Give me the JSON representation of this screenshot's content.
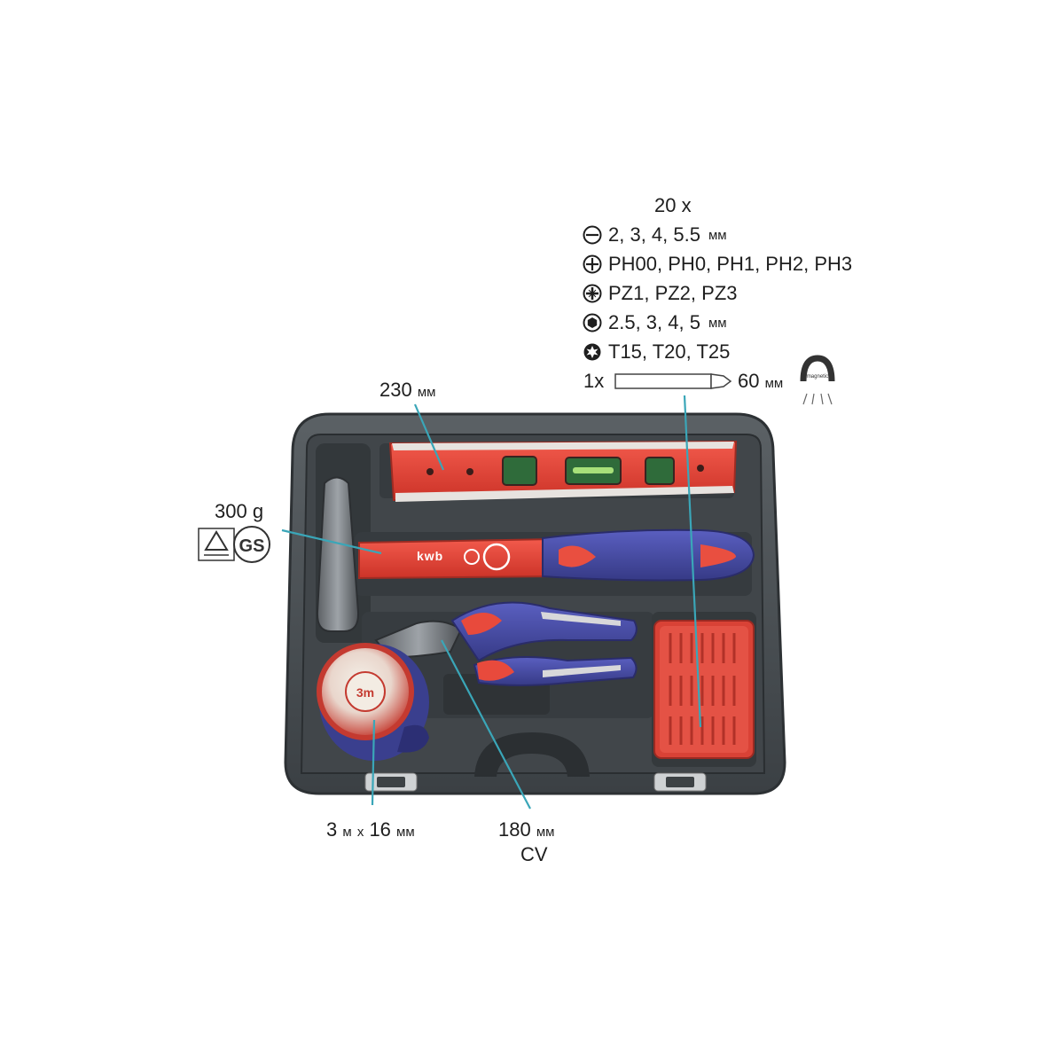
{
  "bits_header": "20 x",
  "bits": [
    {
      "icon": "slotted-icon",
      "text": "2, 3, 4, 5.5",
      "unit": "мм"
    },
    {
      "icon": "phillips-icon",
      "text": "PH00, PH0, PH1, PH2, PH3",
      "unit": ""
    },
    {
      "icon": "pozidriv-icon",
      "text": "PZ1, PZ2, PZ3",
      "unit": ""
    },
    {
      "icon": "hex-icon",
      "text": "2.5, 3, 4, 5",
      "unit": "мм"
    },
    {
      "icon": "torx-icon",
      "text": "T15, T20, T25",
      "unit": ""
    }
  ],
  "bit_holder": {
    "qty": "1x",
    "length": "60",
    "unit": "мм",
    "magnet_label": "magnetic"
  },
  "level_label": {
    "value": "230",
    "unit": "мм"
  },
  "hammer_label": {
    "weight": "300 g",
    "cert_marks": [
      "GS"
    ]
  },
  "tape_label": {
    "value": "3",
    "unit1": "м",
    "sep": "x",
    "value2": "16",
    "unit2": "мм"
  },
  "pliers_label": {
    "value": "180",
    "unit": "мм",
    "material": "CV"
  },
  "brand": "kwb",
  "tape_face_text": "3m",
  "colors": {
    "case": "#4c5256",
    "case_inner": "#3a3f43",
    "red": "#e8473b",
    "blue": "#4a4fa8",
    "leader": "#3aa6b8",
    "text": "#1e1e1e"
  }
}
